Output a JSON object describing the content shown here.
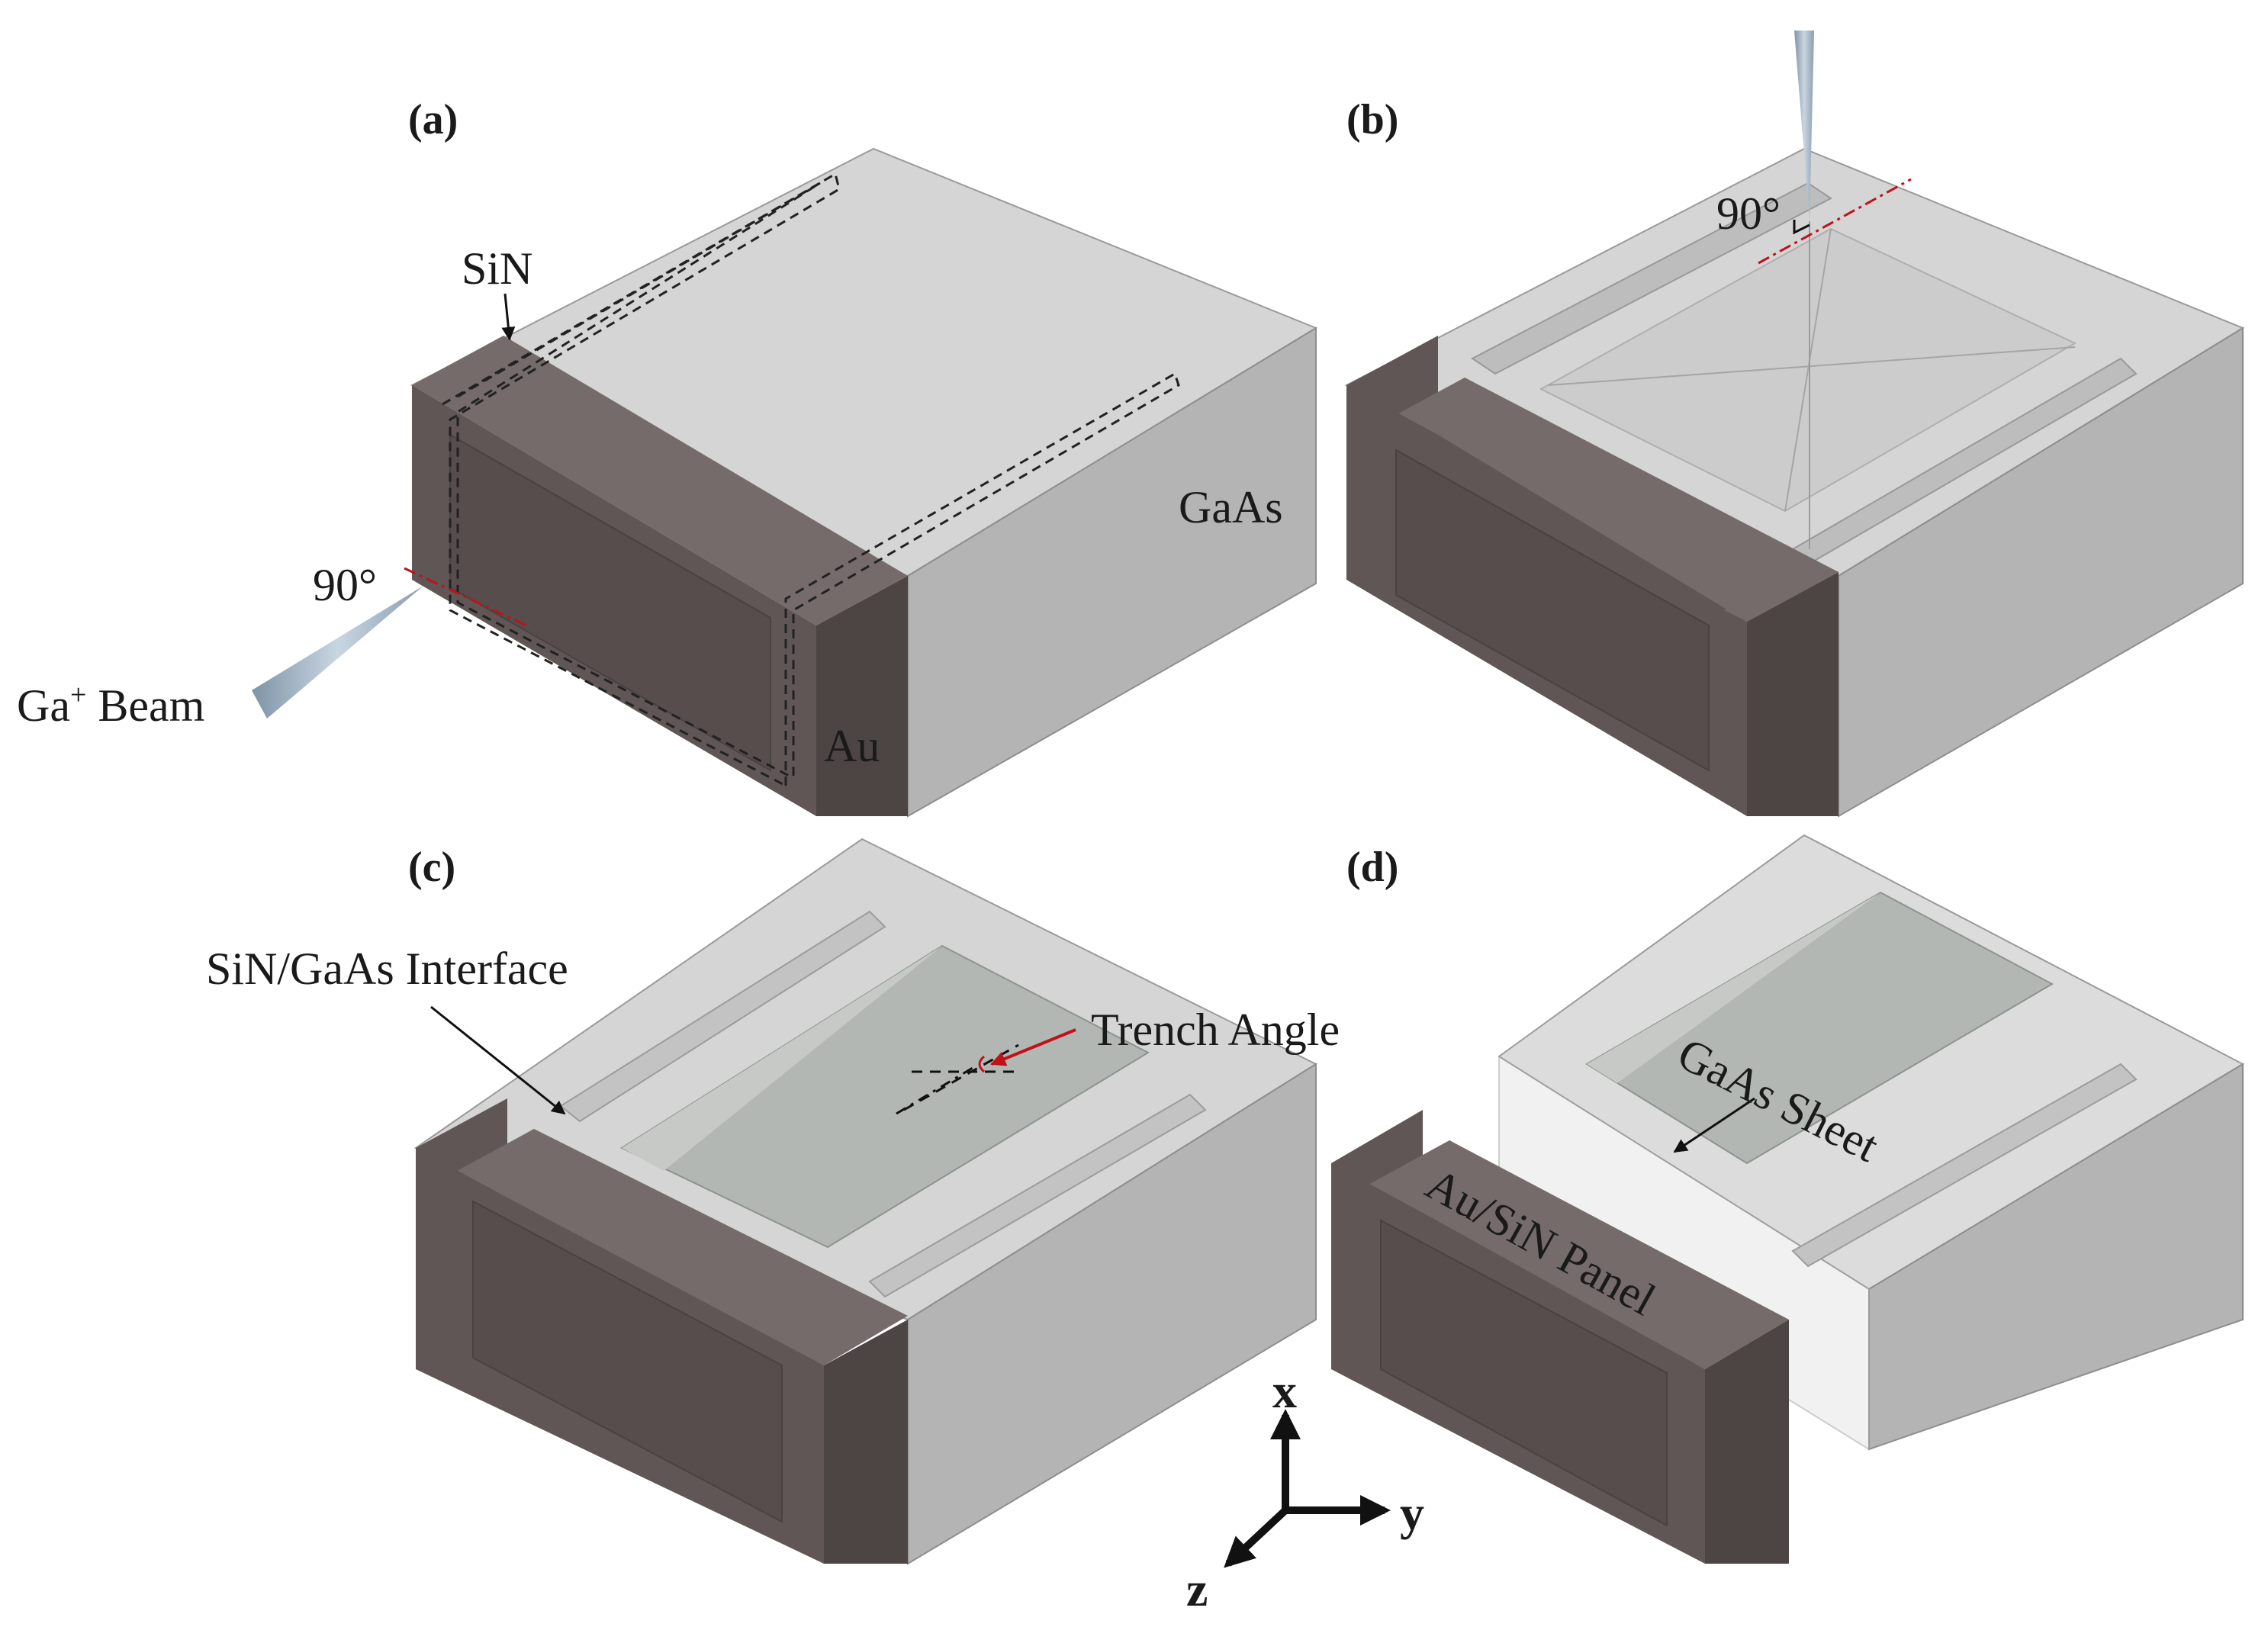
{
  "panels": {
    "a": {
      "label": "(a)",
      "sin": "SiN",
      "gaas": "GaAs",
      "angle": "90°",
      "beam_main": "Ga",
      "beam_sup": "+",
      "beam_rest": " Beam",
      "au": "Au"
    },
    "b": {
      "label": "(b)",
      "angle": "90°"
    },
    "c": {
      "label": "(c)",
      "interface": "SiN/GaAs Interface",
      "trench": "Trench Angle"
    },
    "d": {
      "label": "(d)",
      "sheet": "GaAs Sheet",
      "panel": "Au/SiN Panel"
    }
  },
  "axes": {
    "x": "x",
    "y": "y",
    "z": "z"
  },
  "colors": {
    "gaas_top": "#d5d5d5",
    "gaas_side": "#b4b4b4",
    "au_dark": "#564d4c",
    "au_mid": "#665d5c",
    "au_light": "#746b6a",
    "sheet": "#b3b7b3",
    "beam": "#9fb2c4",
    "red": "#c0121a"
  }
}
